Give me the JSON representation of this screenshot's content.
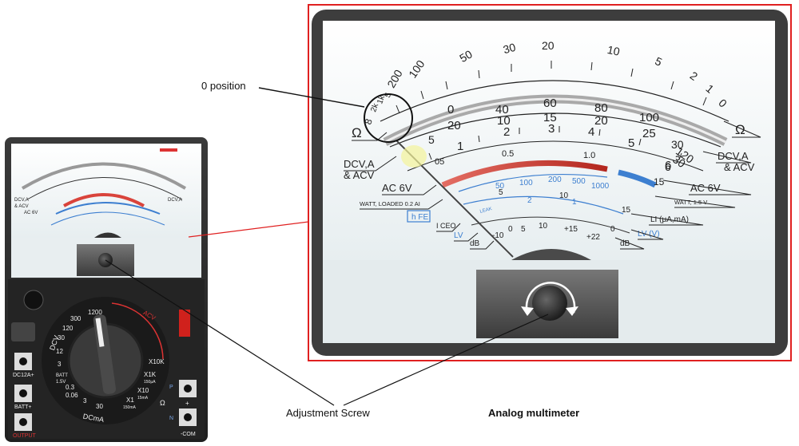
{
  "annotations": {
    "zero_position": "0 position",
    "adjustment_screw": "Adjustment Screw",
    "caption": "Analog multimeter"
  },
  "dial": {
    "ohm_ticks": [
      "200",
      "100",
      "50",
      "30",
      "20",
      "10",
      "5",
      "2",
      "1",
      "0"
    ],
    "ohm_left_ticks": [
      "8",
      "2k",
      "1k",
      "5"
    ],
    "ohm_symbol": "Ω",
    "dcv_ticks": [
      "0",
      "40",
      "60",
      "80",
      "100"
    ],
    "dcv_mid_ticks": [
      "20",
      "10",
      "15",
      "20",
      "25",
      "30"
    ],
    "dcv_low_ticks": [
      "5",
      "1",
      "2",
      "3",
      "4",
      "5",
      "6"
    ],
    "watt_ticks": [
      "0.5",
      "1.0"
    ],
    "lv_ticks": [
      "50",
      "100",
      "200",
      "500",
      "1000"
    ],
    "db_ticks": [
      "-10",
      "0",
      "5",
      "10",
      "+15",
      "+22"
    ],
    "li_ticks": [
      "2",
      "1",
      "0",
      "5",
      "10",
      "15"
    ],
    "labels": {
      "ohm_left": "Ω",
      "ohm_right": "Ω",
      "dcva_left": "DCV,A",
      "acv_left": "& ACV",
      "dcva_right": "DCV,A",
      "acv_right": "& ACV",
      "ac6v_left": "AC 6V",
      "ac6v_right": "AC 6V",
      "watt_loaded": "WATT, LOADED  0.2 AI",
      "watt_right": "WATT,  1.5 V",
      "hfe": "h FE",
      "iceo": "I CEO",
      "lv_left": "LV",
      "db_left": "dB",
      "li_right": "LI  (μA,mA)",
      "lv_right": "LV (V)",
      "db_right": "dB",
      "leak": "LEAK",
      "val_120": "120",
      "val_30": "30",
      "val_6": "6",
      "val_15": "15",
      "val_05": "05"
    }
  },
  "small_meter": {
    "selector_labels": [
      "1200",
      "300",
      "120",
      "30",
      "12",
      "3",
      "0.3",
      "0.06",
      "3",
      "30",
      "X1K",
      "X10K",
      "X10",
      "X1"
    ],
    "sub_labels": [
      "150μA",
      "15mA",
      "150mA"
    ],
    "range_tags": [
      "DCV",
      "DCmA",
      "BATT",
      "1.5V",
      "Ω",
      "ACV"
    ],
    "jacks": [
      "DC12A+",
      "BATT+",
      "OUTPUT"
    ],
    "jacks_right": [
      "P",
      "+",
      "N",
      "-COM"
    ]
  },
  "colors": {
    "frame_red": "#e02020",
    "scale_red": "#d9433b",
    "scale_blue": "#3d7fd0",
    "needle": "#444444"
  }
}
